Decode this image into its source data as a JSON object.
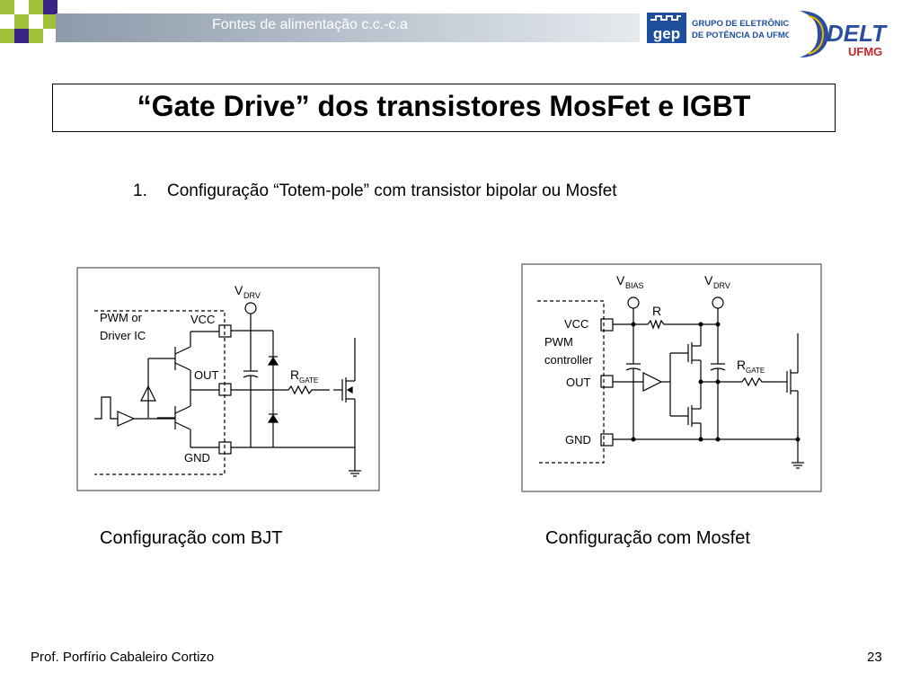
{
  "header": {
    "title": "Fontes de alimentação c.c.-c.a",
    "gep_logo_text": "gep",
    "gep_group_line1": "GRUPO DE ELETRÔNICA",
    "gep_group_line2": "DE POTÊNCIA DA UFMG",
    "delt_logo_text": "DELT",
    "ufmg_text": "UFMG"
  },
  "slide": {
    "title": "“Gate Drive” dos transistores MosFet e IGBT",
    "item_number": "1.",
    "item_text": "Configuração “Totem-pole” com transistor bipolar ou Mosfet"
  },
  "bjt_diagram": {
    "block_label_line1": "PWM or",
    "block_label_line2": "Driver IC",
    "vdrv": "V",
    "vdrv_sub": "DRV",
    "vcc": "VCC",
    "out": "OUT",
    "gnd": "GND",
    "rgate": "R",
    "rgate_sub": "GATE",
    "caption": "Configuração com BJT"
  },
  "mosfet_diagram": {
    "vbias": "V",
    "vbias_sub": "BIAS",
    "vdrv": "V",
    "vdrv_sub": "DRV",
    "r": "R",
    "vcc": "VCC",
    "block_label_line1": "PWM",
    "block_label_line2": "controller",
    "out": "OUT",
    "gnd": "GND",
    "rgate": "R",
    "rgate_sub": "GATE",
    "caption": "Configuração com Mosfet"
  },
  "footer": {
    "author": "Prof. Porfírio Cabaleiro Cortizo",
    "page_number": "23"
  },
  "colors": {
    "header_bar": "#a3afbd",
    "logo_green": "#9fc23a",
    "logo_purple": "#3b2483",
    "gep_blue": "#1e4f9c",
    "delt_blue": "#2b4f9e",
    "ufmg_red": "#c0272d"
  }
}
